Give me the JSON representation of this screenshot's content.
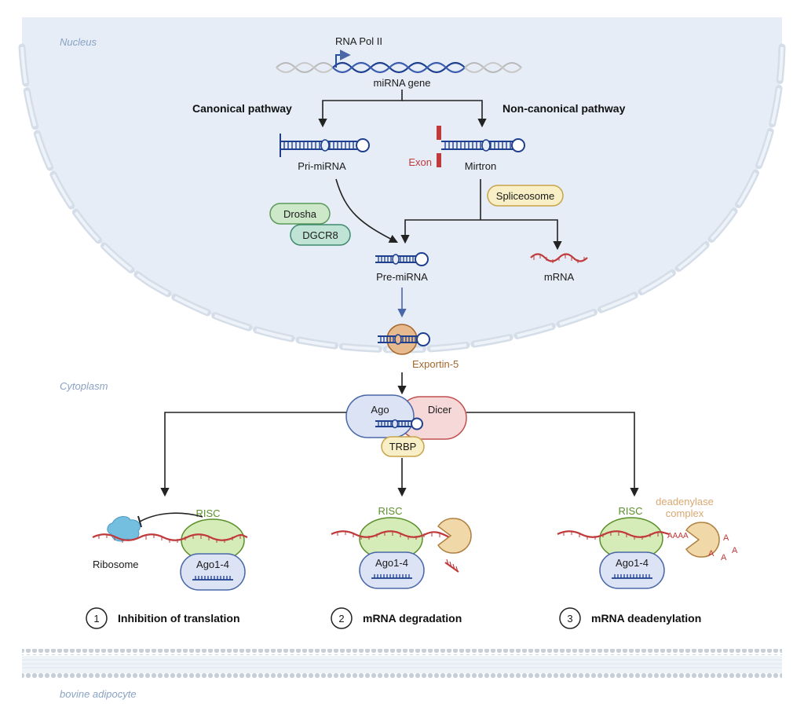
{
  "regions": {
    "nucleus": "Nucleus",
    "cytoplasm": "Cytoplasm",
    "cell": "bovine adipocyte"
  },
  "labels": {
    "rna_pol": "RNA Pol II",
    "mirna_gene": "miRNA gene",
    "canonical": "Canonical pathway",
    "noncanonical": "Non-canonical pathway",
    "pri_mirna": "Pri-miRNA",
    "mirtron": "Mirtron",
    "exon": "Exon",
    "spliceosome": "Spliceosome",
    "drosha": "Drosha",
    "dgcr8": "DGCR8",
    "pre_mirna": "Pre-miRNA",
    "mrna": "mRNA",
    "exportin": "Exportin-5",
    "ago": "Ago",
    "dicer": "Dicer",
    "trbp": "TRBP",
    "risc": "RISC",
    "ago1_4": "Ago1-4",
    "ribosome": "Ribosome",
    "deadenylase_line1": "deadenylase",
    "deadenylase_line2": "complex",
    "poly_a": "AAAA",
    "a_letter": "A"
  },
  "mechanisms": [
    {
      "number": "1",
      "title": "Inhibition of translation"
    },
    {
      "number": "2",
      "title": "mRNA degradation"
    },
    {
      "number": "3",
      "title": "mRNA deadenylation"
    }
  ],
  "colors": {
    "nucleus_fill": "#e6edf6",
    "region_label": "#8aa2c4",
    "rna_blue": "#1f3f8f",
    "mrna_red": "#c0393b",
    "risc_green": "#5a8f2a",
    "exportin_brown": "#a4662a"
  }
}
